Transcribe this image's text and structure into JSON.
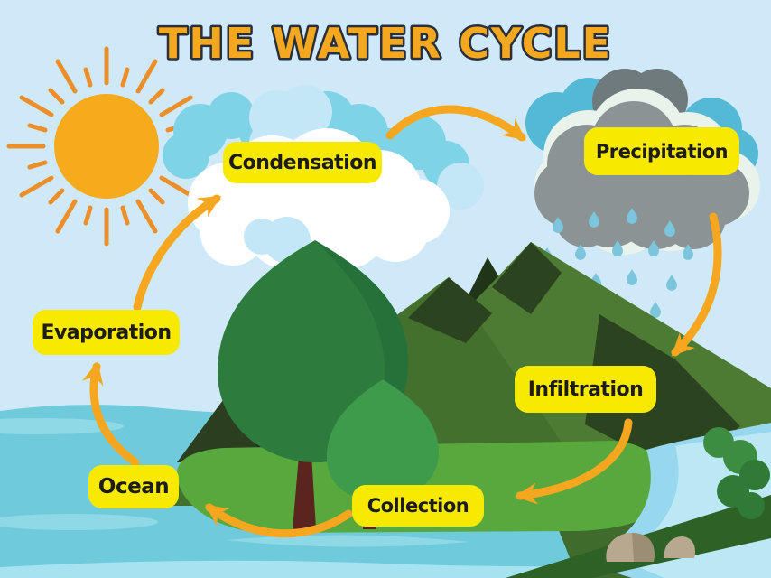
{
  "title": "THE WATER CYCLE",
  "stages": [
    {
      "id": "condensation",
      "text": "Condensation"
    },
    {
      "id": "precipitation",
      "text": "Precipitation"
    },
    {
      "id": "evaporation",
      "text": "Evaporation"
    },
    {
      "id": "infiltration",
      "text": "Infiltration"
    },
    {
      "id": "ocean",
      "text": "Ocean"
    },
    {
      "id": "collection",
      "text": "Collection"
    }
  ],
  "cycle_order": [
    "Ocean",
    "Evaporation",
    "Condensation",
    "Precipitation",
    "Infiltration",
    "Collection"
  ],
  "colors": {
    "sky": "#cfe9f8",
    "sun": "#f5ab1c",
    "sun-ray": "#ec8f2b",
    "label-bg": "#f8e900",
    "label-text": "#1c1c1c",
    "arrow": "#f6a71f",
    "title-fill": "#f3a81f",
    "title-stroke": "#2a2f3c",
    "ocean": "#6fcbdb",
    "wave": "#8fd8e6",
    "wave-light": "#a6e3f0",
    "river": "#97d8ee",
    "river-inner": "#bce8f6",
    "cloud-white": "#ffffff",
    "cloud-blue": "#c3e7f6",
    "cloud-teal": "#7ed3e6",
    "cloud-storm-teal": "#54b9d4",
    "cloud-gray": "#8b9394",
    "cloud-gray-dark": "#6e7a7c",
    "cloud-mint": "#e9f3ec",
    "rain": "#7cc5dc",
    "mountain": "#4d7b33",
    "mountain-mid": "#44702d",
    "mountain-dark": "#2b441f",
    "mountain-darkest": "#203517",
    "wedge": "#2b3f20",
    "wedge-dark": "#1d2c15",
    "grass": "#58a83e",
    "land-right": "#3f6b2d",
    "bank": "#2e6126",
    "tree-dark": "#2d7c3e",
    "tree-shade": "#26703a",
    "tree-light": "#3d9b4b",
    "trunk": "#5b241e",
    "bush": "#3c8c42",
    "bush-dark": "#2f7a36",
    "rock": "#b7a88f",
    "rock-shade": "#9c8d75"
  }
}
